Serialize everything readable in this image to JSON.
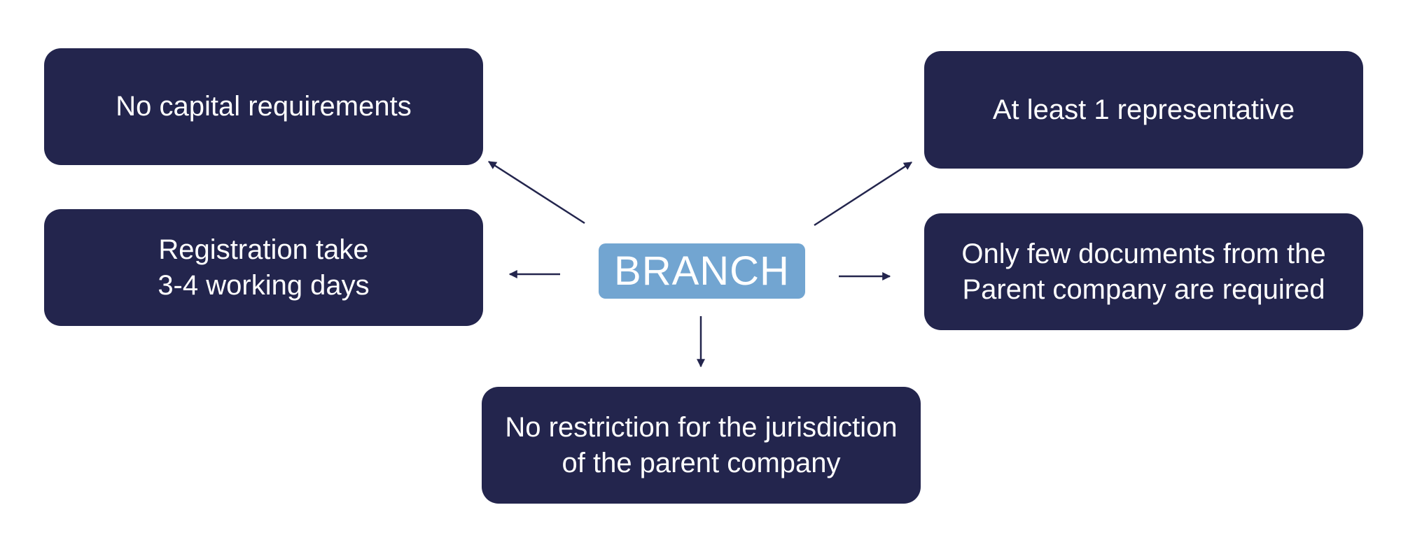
{
  "diagram": {
    "center_label": "BRANCH",
    "nodes": {
      "top_left": "No capital requirements",
      "middle_left": "Registration take\n3-4 working days",
      "top_right": "At least 1 representative",
      "middle_right": "Only few documents from the\nParent company are required",
      "bottom_center": "No restriction for the jurisdiction\nof the parent company"
    },
    "colors": {
      "node_fill": "#23254d",
      "center_fill": "#72a5d1",
      "arrow": "#23254d",
      "text": "#ffffff"
    }
  }
}
